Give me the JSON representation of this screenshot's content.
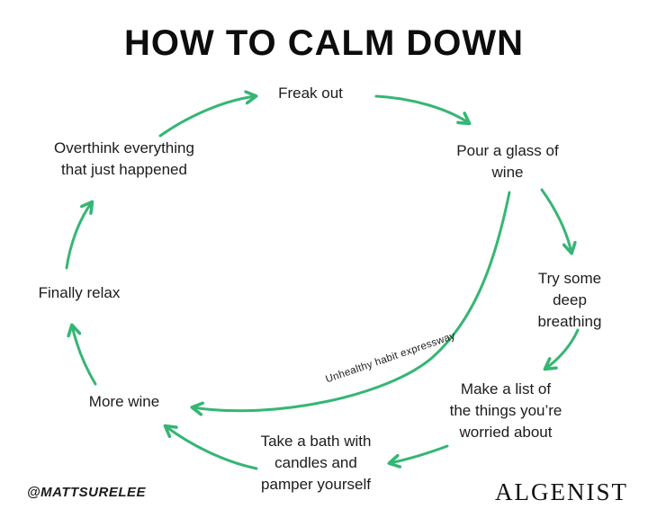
{
  "title": "HOW TO CALM DOWN",
  "diagram": {
    "type": "cycle",
    "arrow_color": "#35b674",
    "nodes": [
      {
        "id": "freak-out",
        "label": "Freak out"
      },
      {
        "id": "pour-wine",
        "label": "Pour a glass of\nwine"
      },
      {
        "id": "try-breathing",
        "label": "Try some\ndeep breathing"
      },
      {
        "id": "make-list",
        "label": "Make a list of\nthe things you’re\nworried about"
      },
      {
        "id": "take-bath",
        "label": "Take a bath with\ncandles and\npamper yourself"
      },
      {
        "id": "more-wine",
        "label": "More wine"
      },
      {
        "id": "finally-relax",
        "label": "Finally relax"
      },
      {
        "id": "overthink",
        "label": "Overthink everything\nthat just happened"
      }
    ],
    "edges": [
      {
        "from": "freak-out",
        "to": "pour-wine"
      },
      {
        "from": "pour-wine",
        "to": "try-breathing"
      },
      {
        "from": "try-breathing",
        "to": "make-list"
      },
      {
        "from": "make-list",
        "to": "take-bath"
      },
      {
        "from": "take-bath",
        "to": "more-wine"
      },
      {
        "from": "more-wine",
        "to": "finally-relax"
      },
      {
        "from": "finally-relax",
        "to": "overthink"
      },
      {
        "from": "overthink",
        "to": "freak-out"
      },
      {
        "from": "pour-wine",
        "to": "more-wine",
        "label": "Unhealthy habit expressway"
      }
    ],
    "shortcut_label": "Unhealthy habit expressway"
  },
  "footer": {
    "credit": "@MATTSURELEE",
    "brand": "ALGENIST"
  }
}
